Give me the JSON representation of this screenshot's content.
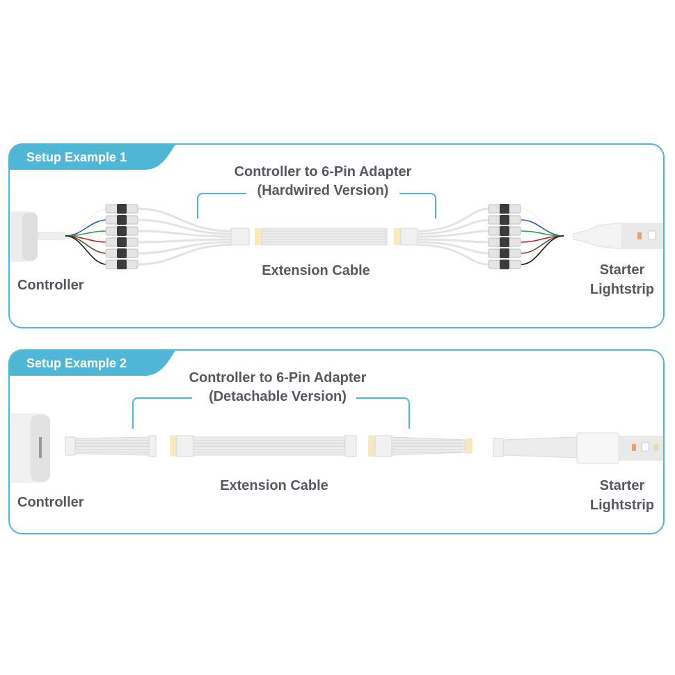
{
  "colors": {
    "accent": "#4fb6d6",
    "text": "#54595d",
    "cable": "#ebebeb",
    "connector_pin": "#d9b865"
  },
  "wire_colors": [
    "#f2f2f2",
    "#2b5ea8",
    "#2ea043",
    "#b3262e",
    "#6b4a3a",
    "#1a1a1a"
  ],
  "panels": [
    {
      "tab_label": "Setup Example 1",
      "adapter_title_line1": "Controller to 6-Pin Adapter",
      "adapter_title_line2": "(Hardwired Version)",
      "extension_label": "Extension Cable",
      "controller_label": "Controller",
      "lightstrip_label_line1": "Starter",
      "lightstrip_label_line2": "Lightstrip"
    },
    {
      "tab_label": "Setup Example 2",
      "adapter_title_line1": "Controller to 6-Pin Adapter",
      "adapter_title_line2": "(Detachable Version)",
      "extension_label": "Extension Cable",
      "controller_label": "Controller",
      "lightstrip_label_line1": "Starter",
      "lightstrip_label_line2": "Lightstrip"
    }
  ]
}
